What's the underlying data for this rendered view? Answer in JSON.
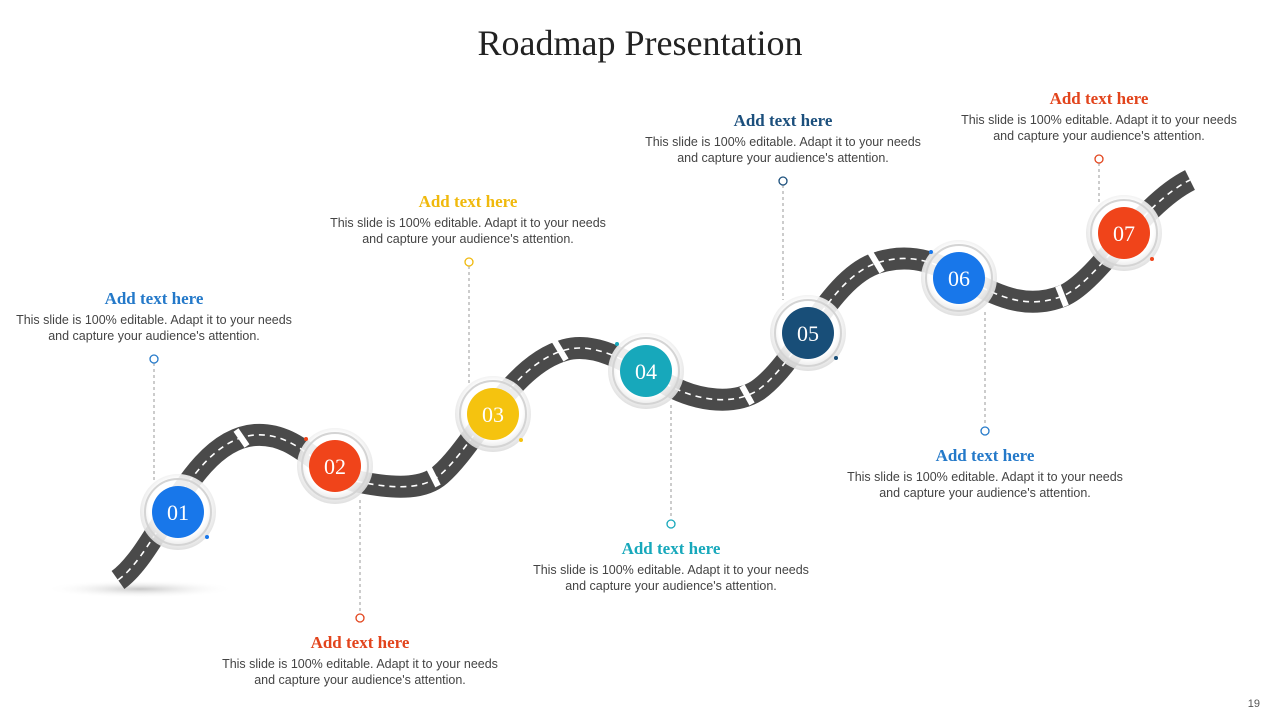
{
  "title": "Roadmap Presentation",
  "page_number": "19",
  "colors": {
    "road": "#4a4a4a",
    "blue": "#1877ea",
    "red": "#f0441a",
    "yellow": "#f5c30f",
    "teal": "#17a8bb",
    "navy": "#184e78",
    "heading_blue": "#2479c9",
    "heading_red": "#e2441c",
    "heading_yellow": "#f0b90c",
    "heading_teal": "#17a8bb",
    "heading_navy": "#1b4f7c"
  },
  "milestones": [
    {
      "number": "01",
      "color": "#1877ea",
      "heading": "Add text here",
      "heading_color": "#2479c9",
      "body": "This slide is 100% editable. Adapt it to your needs and capture your audience's attention."
    },
    {
      "number": "02",
      "color": "#f0441a",
      "heading": "Add text here",
      "heading_color": "#e2441c",
      "body": "This slide is 100% editable. Adapt it to your needs and capture your audience's attention."
    },
    {
      "number": "03",
      "color": "#f5c30f",
      "heading": "Add text here",
      "heading_color": "#f0b90c",
      "body": "This slide is 100% editable. Adapt it to your needs and capture your audience's attention."
    },
    {
      "number": "04",
      "color": "#17a8bb",
      "heading": "Add text here",
      "heading_color": "#17a8bb",
      "body": "This slide is 100% editable. Adapt it to your needs and capture your audience's attention."
    },
    {
      "number": "05",
      "color": "#184e78",
      "heading": "Add text here",
      "heading_color": "#1b4f7c",
      "body": "This slide is 100% editable. Adapt it to your needs and capture your audience's attention."
    },
    {
      "number": "06",
      "color": "#1877ea",
      "heading": "Add text here",
      "heading_color": "#2479c9",
      "body": "This slide is 100% editable. Adapt it to your needs and capture your audience's attention."
    },
    {
      "number": "07",
      "color": "#f0441a",
      "heading": "Add text here",
      "heading_color": "#e2441c",
      "body": "This slide is 100% editable. Adapt it to your needs and capture your audience's attention."
    }
  ]
}
